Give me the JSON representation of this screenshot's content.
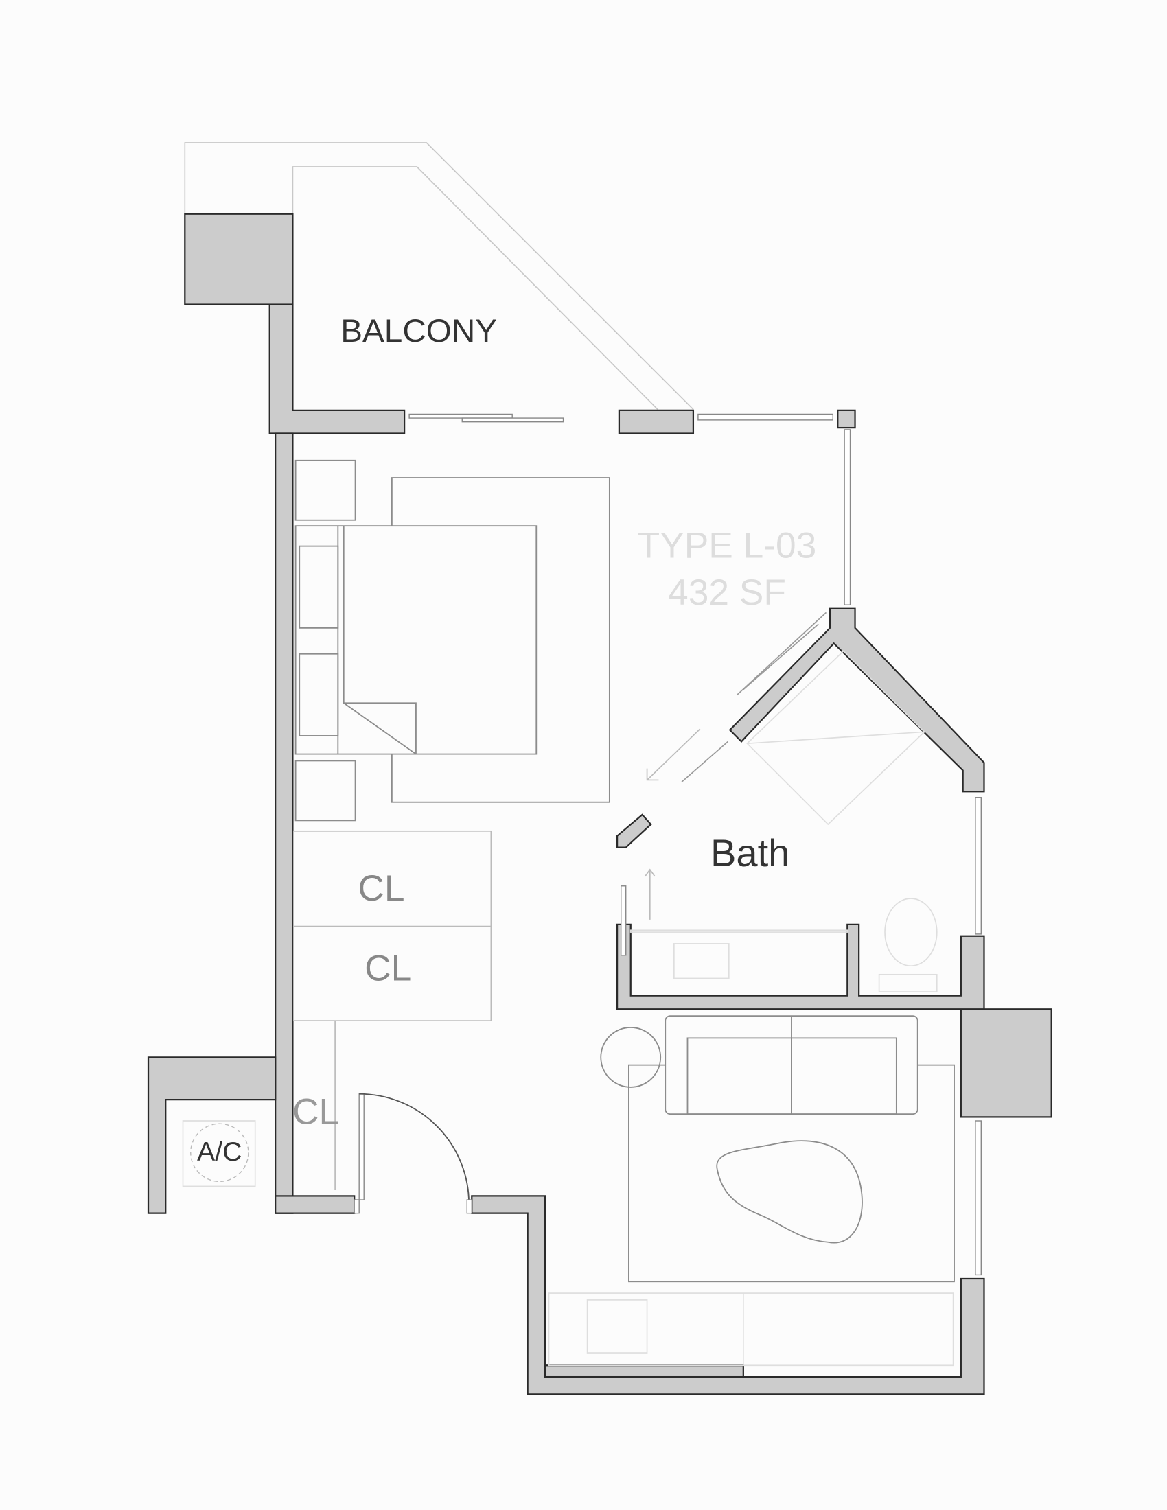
{
  "plan": {
    "unit_type": "TYPE L-03",
    "area": "432 SF",
    "rooms": {
      "balcony": "BALCONY",
      "bath": "Bath",
      "closet_1": "CL",
      "closet_2": "CL",
      "closet_entry": "CL",
      "ac": "A/C"
    },
    "colors": {
      "wall_fill": "#cccccc",
      "wall_stroke": "#2a2a2a",
      "room_label": "#333333",
      "closet_label": "#888888",
      "unit_label": "#dddddd"
    }
  }
}
